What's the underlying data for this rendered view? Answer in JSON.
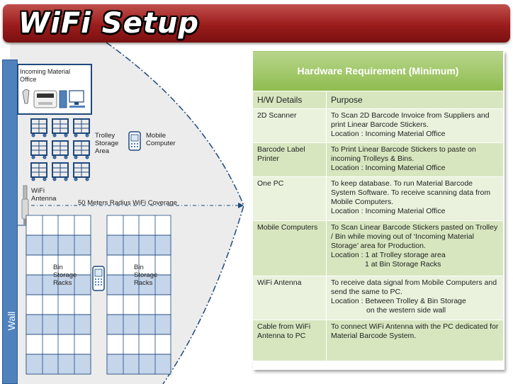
{
  "title": "WiFi Setup",
  "diagram": {
    "wall_label": "Wall",
    "office_label": "Incoming Material Office",
    "trolley_label": "Trolley Storage Area",
    "mobile_label": "Mobile Computer",
    "antenna_label": "WiFi Antenna",
    "coverage_label": "50 Meters Radius WiFi Coverage",
    "bin_left_label": "Bin Storage Racks",
    "bin_right_label": "Bin Storage Racks",
    "colors": {
      "wall": "#4f81bd",
      "rack_line": "#1f497d",
      "coverage": "#ececec",
      "title_bg": "#9b1c1c"
    }
  },
  "table": {
    "heading": "Hardware Requirement  (Minimum)",
    "col1": "H/W Details",
    "col2": "Purpose",
    "rows": [
      {
        "item": "2D Scanner",
        "purpose": [
          "To Scan 2D Barcode Invoice from Suppliers and print Linear Barcode Stickers.",
          "Location : Incoming Material Office"
        ]
      },
      {
        "item": "Barcode Label Printer",
        "purpose": [
          "To Print Linear Barcode Stickers to paste on incoming Trolleys & Bins.",
          "Location : Incoming Material Office"
        ]
      },
      {
        "item": "One PC",
        "purpose": [
          "To keep database.  To run Material Barcode System Software.  To receive scanning data from Mobile Computers.",
          "Location : Incoming Material Office"
        ]
      },
      {
        "item": "Mobile Computers",
        "purpose": [
          "To Scan Linear Barcode Stickers pasted on Trolley / Bin while moving out of ‘Incoming Material Storage’ area for Production.",
          "Location : 1 at Trolley storage area",
          "1 at Bin Storage Racks"
        ]
      },
      {
        "item": "WiFi Antenna",
        "purpose": [
          "To receive data signal from Mobile Computers and send the same to PC.",
          "Location : Between Trolley & Bin Storage",
          "on the western side wall"
        ]
      },
      {
        "item": "Cable from WiFi Antenna to PC",
        "purpose": [
          "To connect WiFi Antenna with the PC dedicated for Material Barcode System."
        ]
      }
    ]
  }
}
